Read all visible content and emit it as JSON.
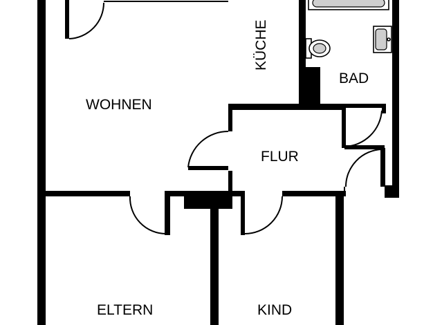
{
  "rooms": {
    "wohnen": "WOHNEN",
    "kueche": "KÜCHE",
    "bad": "BAD",
    "flur": "FLUR",
    "eltern": "ELTERN",
    "kind": "KIND"
  },
  "colors": {
    "wall": "#000000",
    "background": "#ffffff",
    "fixture_shade": "#cfcfcf"
  }
}
